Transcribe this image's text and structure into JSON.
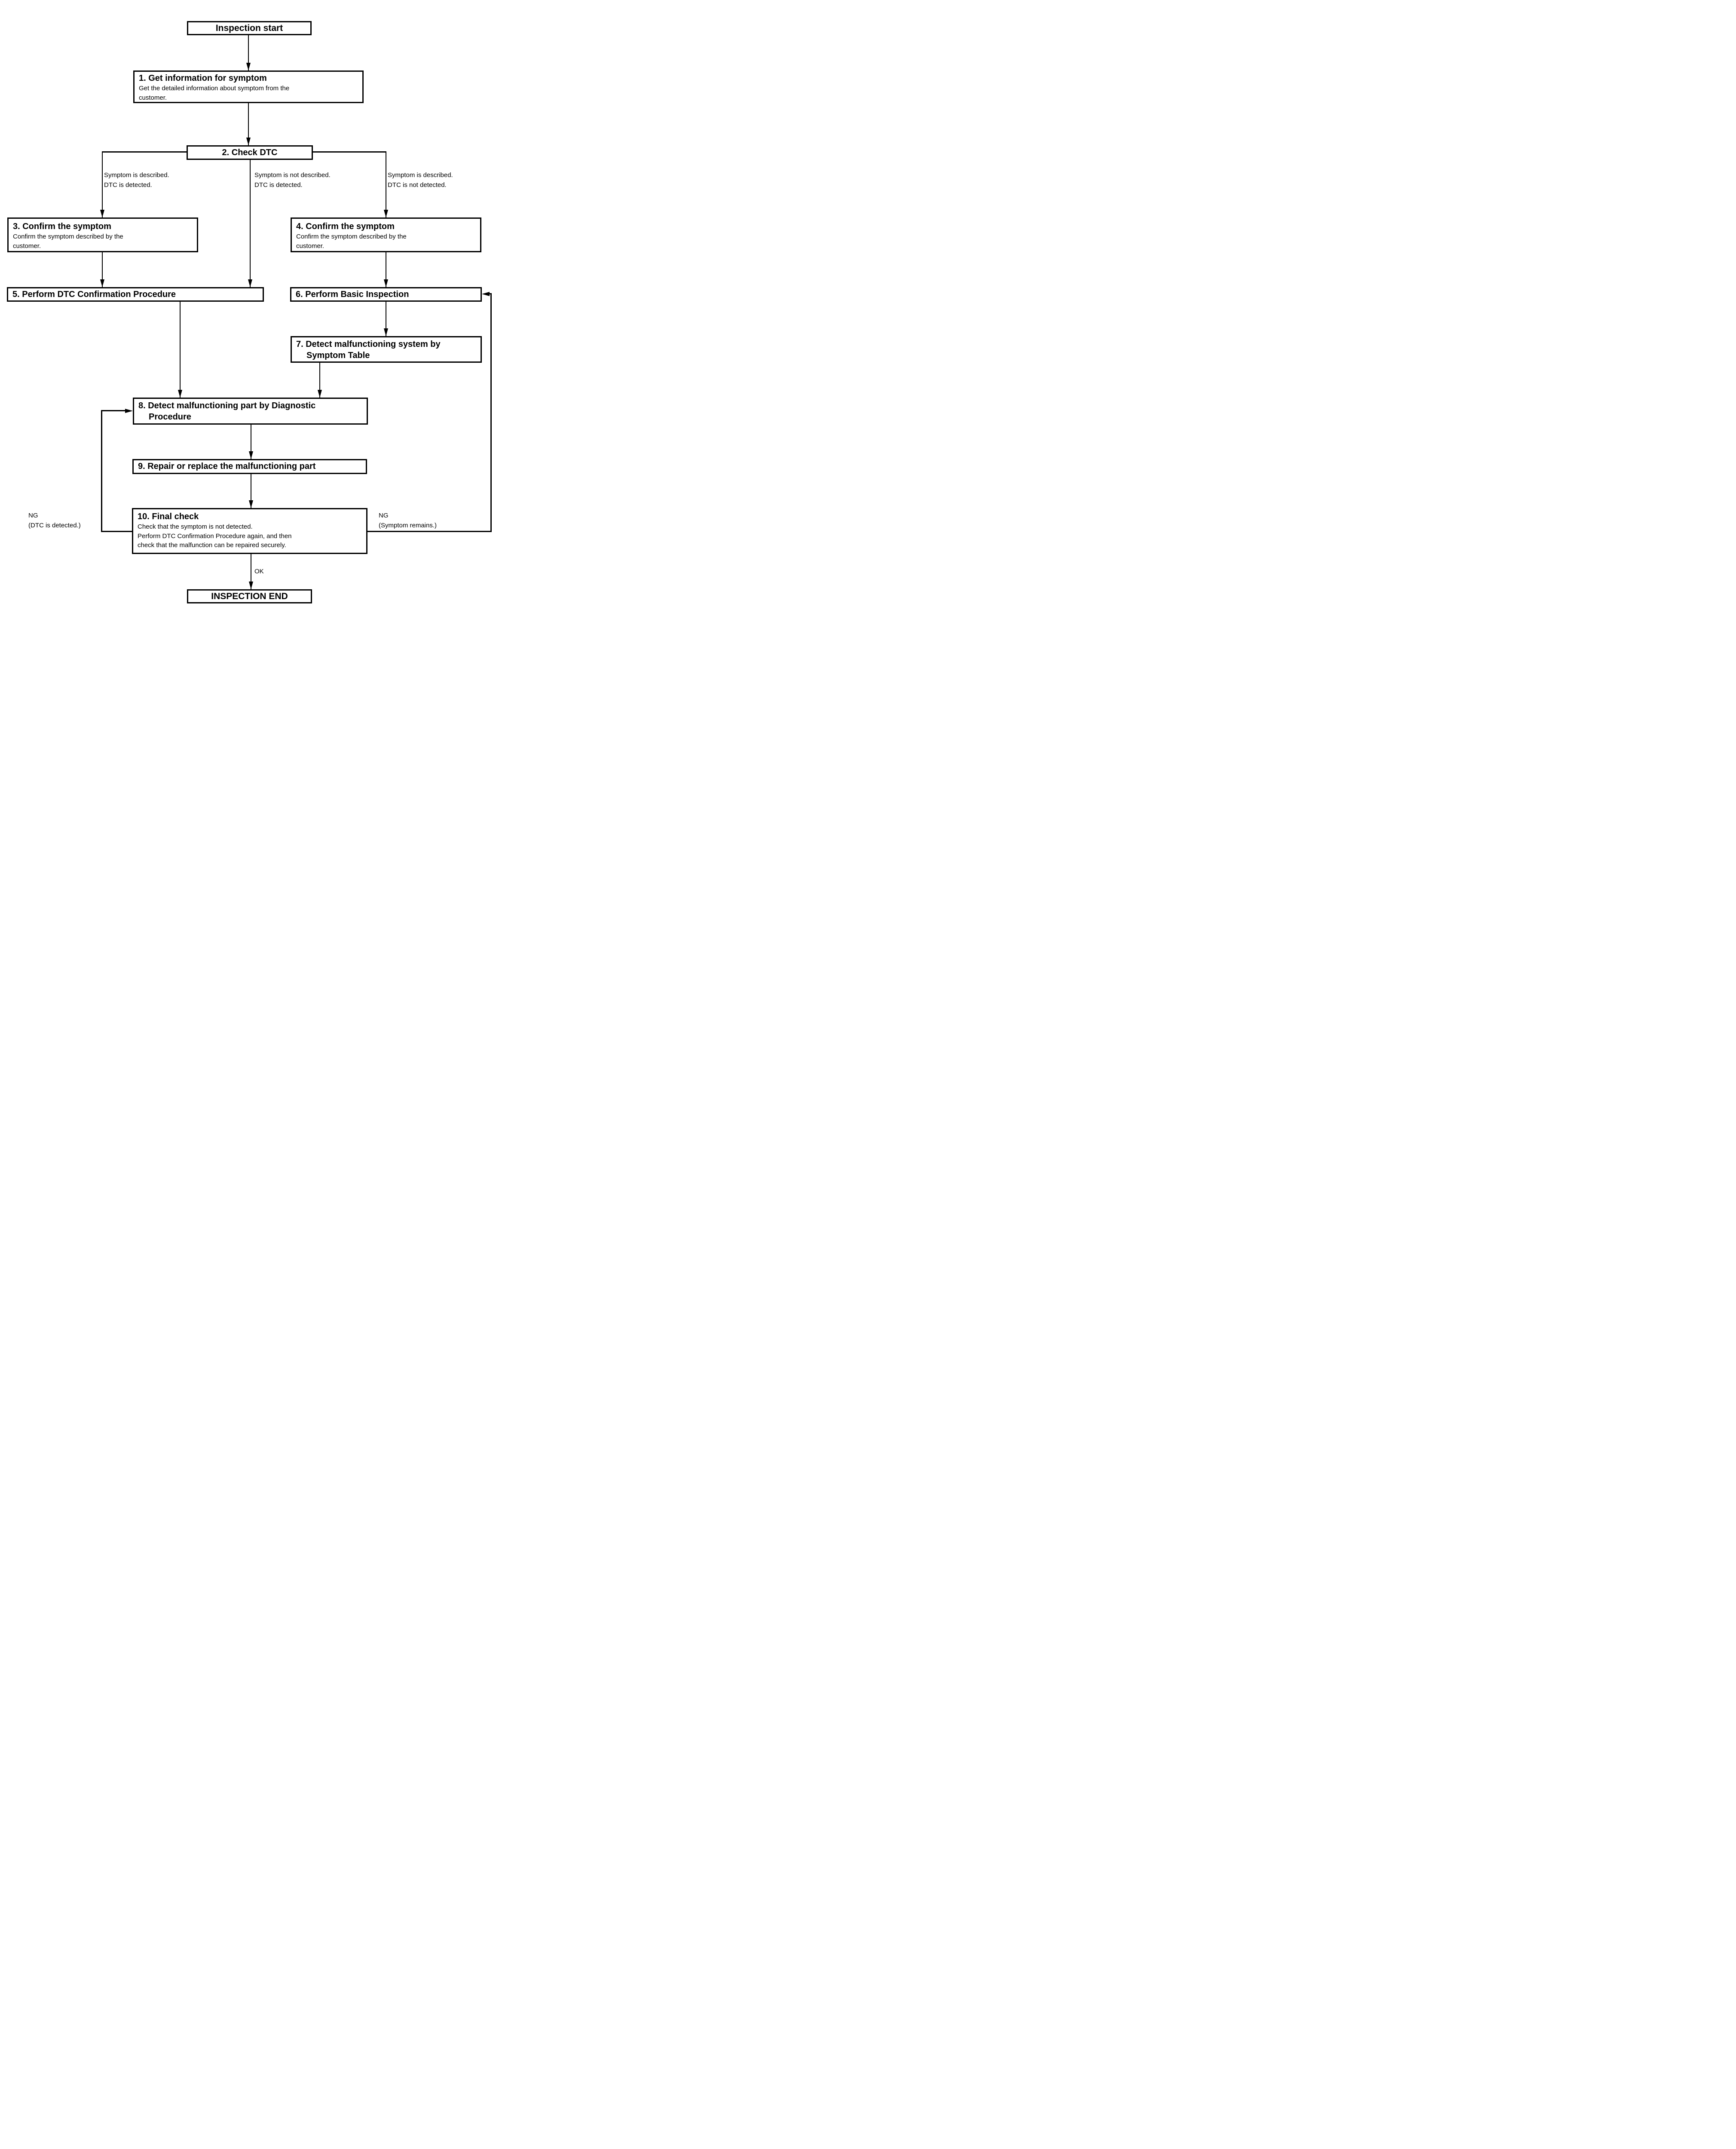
{
  "diagram": {
    "start_label": "Inspection start",
    "end_label": "INSPECTION END",
    "boxes": {
      "b1": {
        "title": "1. Get information for symptom",
        "body": [
          "Get the detailed information about symptom from the",
          "customer."
        ]
      },
      "b2": {
        "title": "2. Check DTC"
      },
      "b3": {
        "title": "3. Confirm the symptom",
        "body": [
          "Confirm the symptom described by the",
          "customer."
        ]
      },
      "b4": {
        "title": "4. Confirm the symptom",
        "body": [
          "Confirm the symptom described by the",
          "customer."
        ]
      },
      "b5": {
        "title": "5. Perform DTC Confirmation Procedure"
      },
      "b6": {
        "title": "6. Perform Basic Inspection"
      },
      "b7": {
        "title_line1": "7. Detect malfunctioning system by",
        "title_line2": "Symptom Table"
      },
      "b8": {
        "title_line1": "8. Detect malfunctioning part by Diagnostic",
        "title_line2": "Procedure"
      },
      "b9": {
        "title": "9. Repair or replace the malfunctioning part"
      },
      "b10": {
        "title": "10. Final check",
        "body": [
          "Check that the symptom is not detected.",
          "Perform DTC Confirmation Procedure again, and then",
          "check that the malfunction can be repaired securely."
        ]
      }
    },
    "branch_labels": {
      "left": [
        "Symptom is described.",
        "DTC is detected."
      ],
      "middle": [
        "Symptom is not described.",
        "DTC is detected."
      ],
      "right": [
        "Symptom is described.",
        "DTC is not detected."
      ]
    },
    "edge_labels": {
      "ng_left": [
        "NG",
        "(DTC is detected.)"
      ],
      "ng_right": [
        "NG",
        "(Symptom remains.)"
      ],
      "ok": "OK"
    },
    "colors": {
      "line": "#000000",
      "background": "#ffffff"
    }
  }
}
